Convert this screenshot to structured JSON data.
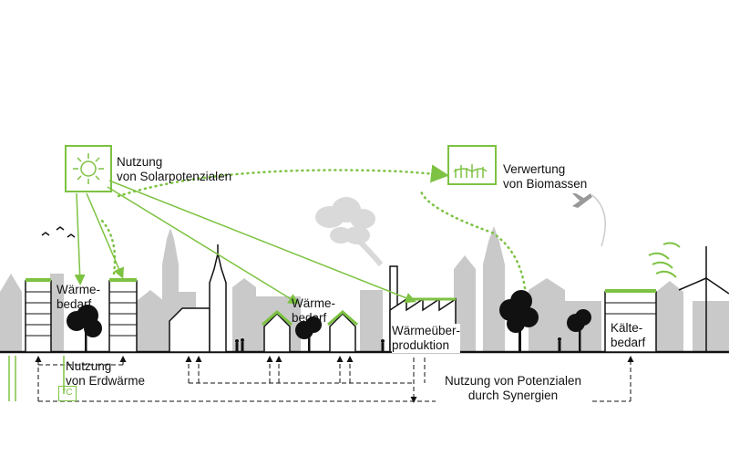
{
  "colors": {
    "accent": "#7dc242",
    "skyline": "#c8c8c8",
    "ink": "#111111",
    "cloud": "#d9d9d9"
  },
  "icons": [
    "sun-icon",
    "biomass-icon",
    "celsius-icon",
    "airplane-icon",
    "wind-turbine-icon",
    "factory-icon",
    "chimney-icon",
    "bird-icon"
  ],
  "labels": {
    "solar": [
      "Nutzung",
      "von Solarpotenzialen"
    ],
    "biomass": [
      "Verwertung",
      "von Biomassen"
    ],
    "heat_demand_left": [
      "Wärme-",
      "bedarf"
    ],
    "heat_demand_mid": [
      "Wärme-",
      "bedarf"
    ],
    "heat_surplus": [
      "Wärmeüber-",
      "produktion"
    ],
    "cooling_demand": [
      "Kälte-",
      "bedarf"
    ],
    "geothermal": [
      "Nutzung",
      "von Erdwärme"
    ],
    "synergies": [
      "Nutzung von Potenzialen",
      "durch Synergien"
    ],
    "celsius_symbol": "°C"
  }
}
